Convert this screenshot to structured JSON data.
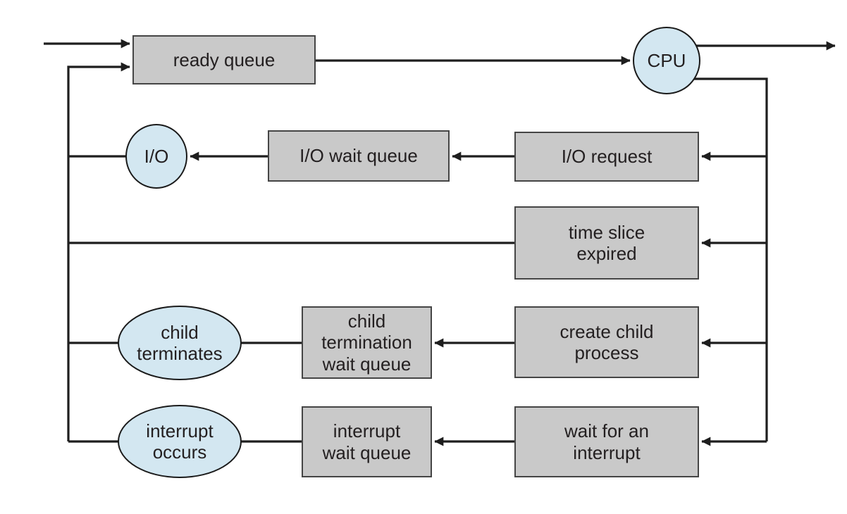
{
  "diagram_type": "process-scheduling-queueing-diagram",
  "nodes": {
    "ready_queue": {
      "label": "ready queue",
      "shape": "rect",
      "fill": "gray"
    },
    "cpu": {
      "label": "CPU",
      "shape": "circle",
      "fill": "blue"
    },
    "io": {
      "label": "I/O",
      "shape": "circle",
      "fill": "blue"
    },
    "io_wait_queue": {
      "label": "I/O wait queue",
      "shape": "rect",
      "fill": "gray"
    },
    "io_request": {
      "label": "I/O request",
      "shape": "rect",
      "fill": "gray"
    },
    "time_slice_expired": {
      "label": "time slice\nexpired",
      "shape": "rect",
      "fill": "gray"
    },
    "create_child_process": {
      "label": "create child\nprocess",
      "shape": "rect",
      "fill": "gray"
    },
    "child_termination_wait_queue": {
      "label": "child\ntermination\nwait queue",
      "shape": "rect",
      "fill": "gray"
    },
    "child_terminates": {
      "label": "child\nterminates",
      "shape": "ellipse",
      "fill": "blue"
    },
    "wait_for_an_interrupt": {
      "label": "wait for an\ninterrupt",
      "shape": "rect",
      "fill": "gray"
    },
    "interrupt_wait_queue": {
      "label": "interrupt\nwait queue",
      "shape": "rect",
      "fill": "gray"
    },
    "interrupt_occurs": {
      "label": "interrupt\noccurs",
      "shape": "ellipse",
      "fill": "blue"
    }
  },
  "edges": [
    {
      "from": "external",
      "to": "ready_queue",
      "arrow": true
    },
    {
      "from": "ready_queue",
      "to": "cpu",
      "arrow": true
    },
    {
      "from": "cpu",
      "to": "external-exit",
      "arrow": true
    },
    {
      "from": "cpu",
      "to": "io_request",
      "arrow": true
    },
    {
      "from": "cpu",
      "to": "time_slice_expired",
      "arrow": true
    },
    {
      "from": "cpu",
      "to": "create_child_process",
      "arrow": true
    },
    {
      "from": "cpu",
      "to": "wait_for_an_interrupt",
      "arrow": true
    },
    {
      "from": "io_request",
      "to": "io_wait_queue",
      "arrow": true
    },
    {
      "from": "io_wait_queue",
      "to": "io",
      "arrow": true
    },
    {
      "from": "io",
      "to": "ready_queue",
      "arrow": true
    },
    {
      "from": "time_slice_expired",
      "to": "ready_queue",
      "arrow": true
    },
    {
      "from": "create_child_process",
      "to": "child_termination_wait_queue",
      "arrow": true
    },
    {
      "from": "child_termination_wait_queue",
      "to": "child_terminates",
      "arrow": false
    },
    {
      "from": "child_terminates",
      "to": "ready_queue",
      "arrow": true
    },
    {
      "from": "wait_for_an_interrupt",
      "to": "interrupt_wait_queue",
      "arrow": true
    },
    {
      "from": "interrupt_wait_queue",
      "to": "interrupt_occurs",
      "arrow": false
    },
    {
      "from": "interrupt_occurs",
      "to": "ready_queue",
      "arrow": true
    }
  ],
  "colors": {
    "background": "#ffffff",
    "queue_box_fill": "#c9c9c9",
    "queue_box_border": "#454545",
    "resource_fill": "#d3e7f1",
    "resource_border": "#1a1a1a",
    "connector": "#1e1e1e",
    "text": "#231f20"
  }
}
